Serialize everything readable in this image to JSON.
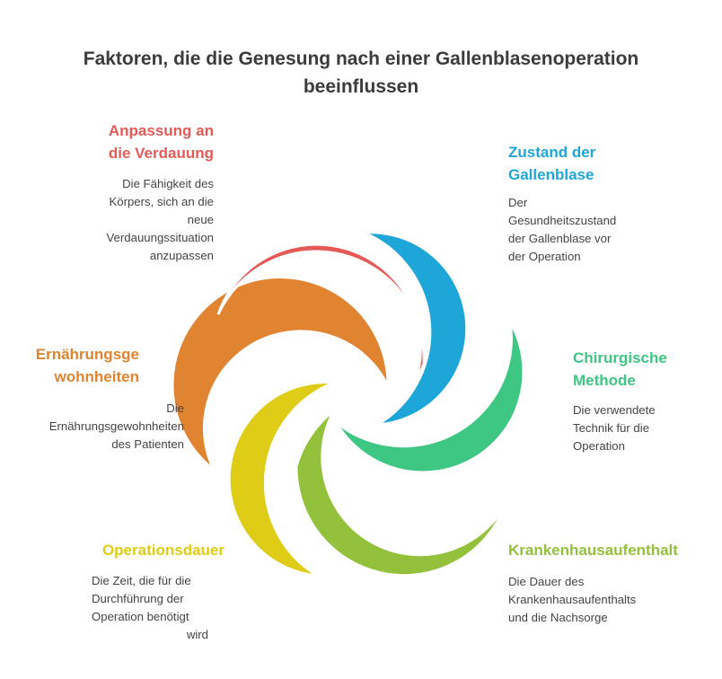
{
  "title_line1": "Faktoren, die die Genesung nach einer Gallenblasenoperation",
  "title_line2": "beeinflussen",
  "factors": [
    {
      "heading": "Anpassung an die Verdauung",
      "heading_l1": "Anpassung an",
      "heading_l2": "die Verdauung",
      "color": "#e55a56",
      "text": [
        "Die Fähigkeit des",
        "Körpers, sich an die",
        "neue",
        "Verdauungssituation",
        "anzupassen"
      ]
    },
    {
      "heading": "Zustand der Gallenblase",
      "heading_l1": "Zustand der",
      "heading_l2": "Gallenblase",
      "color": "#1ea6d9",
      "text": [
        "Der",
        "Gesundheitszustand",
        "der Gallenblase vor",
        "der Operation"
      ]
    },
    {
      "heading": "Chirurgische Methode",
      "heading_l1": "Chirurgische",
      "heading_l2": "Methode",
      "color": "#3ec683",
      "text": [
        "Die verwendete",
        "Technik für die",
        "Operation"
      ]
    },
    {
      "heading": "Krankenhausaufenthalt",
      "color": "#93c13b",
      "text": [
        "Die Dauer des",
        "Krankenhausaufenthalts",
        "und die Nachsorge"
      ]
    },
    {
      "heading": "Operationsdauer",
      "color": "#dfcc17",
      "text": [
        "Die Zeit, die für die",
        "Durchführung der",
        "Operation benötigt",
        "wird"
      ]
    },
    {
      "heading": "Ernährungsgewohnheiten",
      "heading_l1": "Ernährungsge",
      "heading_l2": "wohnheiten",
      "color": "#e08431",
      "text": [
        "Die",
        "Ernährungsgewohnheiten",
        "des Patienten"
      ]
    }
  ]
}
